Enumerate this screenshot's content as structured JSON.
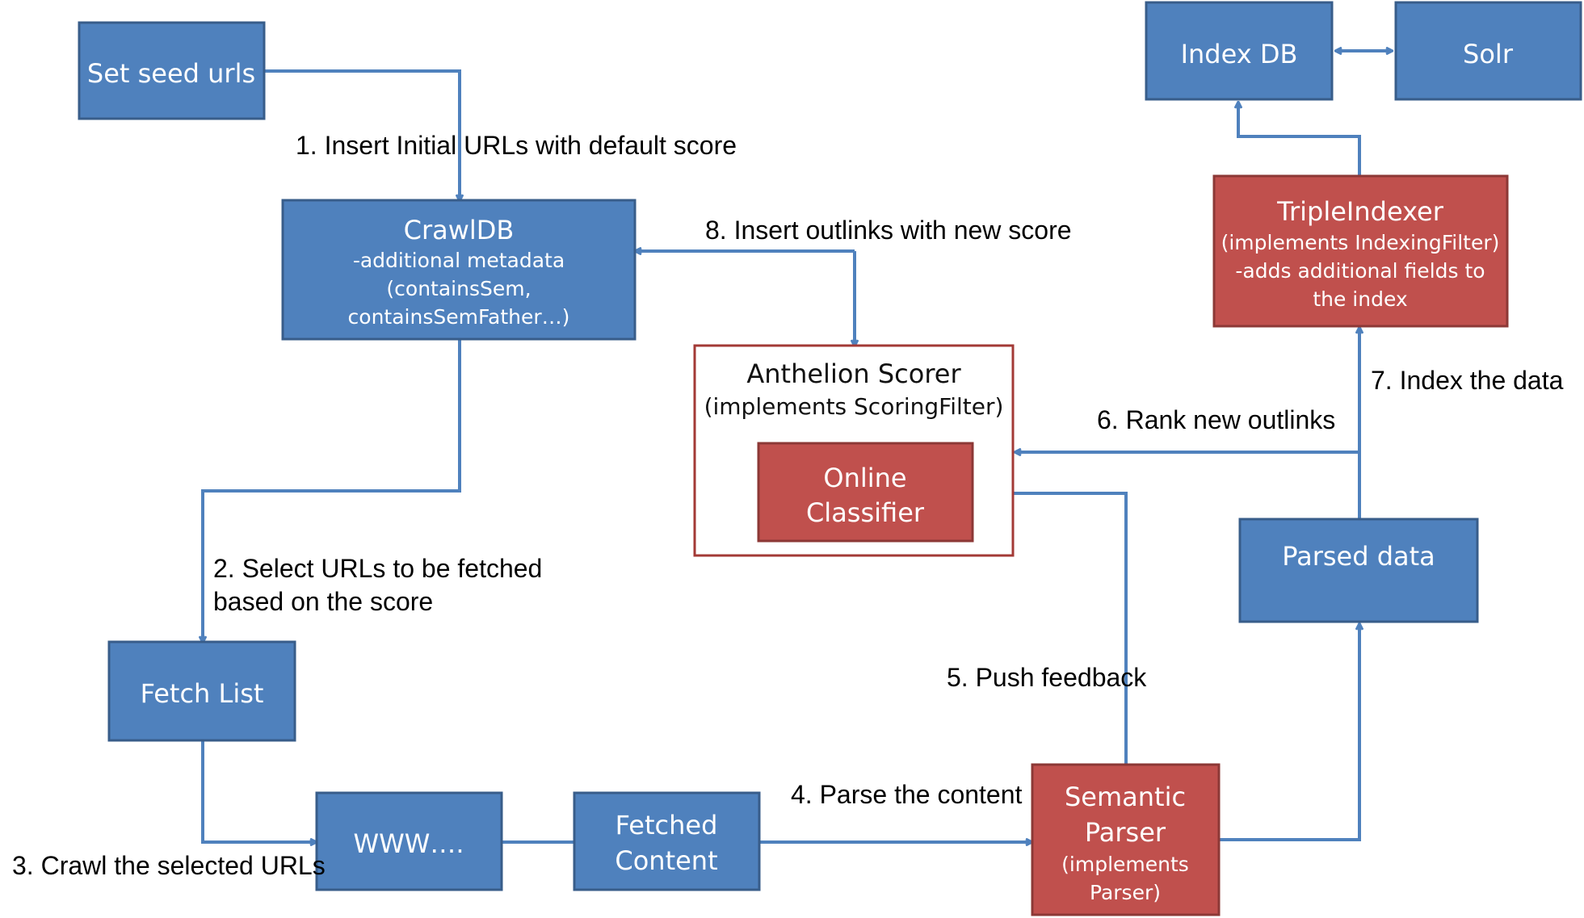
{
  "boxes": {
    "seed": {
      "line1": "Set seed urls"
    },
    "crawldb": {
      "title": "CrawlDB",
      "line2": "-additional metadata",
      "line3": "(containsSem,",
      "line4": "containsSemFather…)"
    },
    "anthelion": {
      "title": "Anthelion Scorer",
      "line2": "(implements ScoringFilter)"
    },
    "classifier": {
      "line1": "Online",
      "line2": "Classifier"
    },
    "fetchlist": {
      "line1": "Fetch List"
    },
    "www": {
      "line1": "WWW…."
    },
    "fetched": {
      "line1": "Fetched",
      "line2": "Content"
    },
    "semantic": {
      "line1": "Semantic",
      "line2": "Parser",
      "line3": "(implements",
      "line4": "Parser)"
    },
    "parsed": {
      "line1": "Parsed data"
    },
    "tripleindexer": {
      "title": "TripleIndexer",
      "line2": "(implements IndexingFilter)",
      "line3": "-adds additional fields to",
      "line4": "the index"
    },
    "indexdb": {
      "line1": "Index DB"
    },
    "solr": {
      "line1": "Solr"
    }
  },
  "labels": {
    "step1": "1. Insert Initial URLs with default score",
    "step2a": "2. Select URLs to be fetched",
    "step2b": "based on the score",
    "step3": "3. Crawl the selected URLs",
    "step4": "4. Parse the content",
    "step5": "5. Push feedback",
    "step6": "6. Rank new outlinks",
    "step7": "7. Index the data",
    "step8": "8. Insert outlinks with new score"
  },
  "colors": {
    "blue_box": "#4f81bd",
    "red_box": "#c0504d",
    "connector": "#4f81bd"
  }
}
